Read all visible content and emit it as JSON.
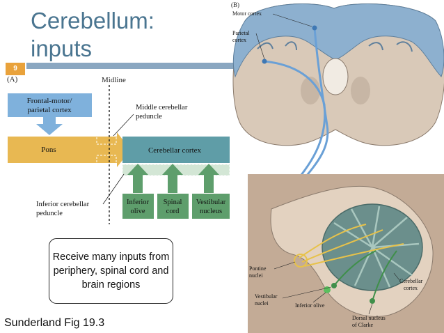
{
  "slide": {
    "title_line1": "Cerebellum:",
    "title_line2": "inputs",
    "slide_number": "9",
    "callout": "Receive many inputs from periphery, spinal cord and brain regions",
    "credit": "Sunderland Fig 19.3"
  },
  "panel_a": {
    "panel_label": "(A)",
    "midline": "Midline",
    "frontal_motor_1": "Frontal-motor/",
    "frontal_motor_2": "parietal cortex",
    "middle_ped_1": "Middle cerebellar",
    "middle_ped_2": "peduncle",
    "pons": "Pons",
    "cerebellar_cortex": "Cerebellar cortex",
    "inferior_ped_1": "Inferior cerebellar",
    "inferior_ped_2": "peduncle",
    "inferior_olive_1": "Inferior",
    "inferior_olive_2": "olive",
    "spinal_cord_1": "Spinal",
    "spinal_cord_2": "cord",
    "vestibular_1": "Vestibular",
    "vestibular_2": "nucleus"
  },
  "panel_b": {
    "panel_label": "(B)",
    "motor_cortex": "Motor cortex",
    "parietal_1": "Parietal",
    "parietal_2": "cortex",
    "pontine_1": "Pontine",
    "pontine_2": "nuclei",
    "vestibular_1": "Vestibular",
    "vestibular_2": "nuclei",
    "inferior_olive": "Inferior olive",
    "cerebellar_cortex_1": "Cerebellar",
    "cerebellar_cortex_2": "cortex",
    "dorsal_1": "Dorsal nucleus",
    "dorsal_2": "of Clarke"
  },
  "colors": {
    "title": "#4a7590",
    "accent_rule": "#8aa7c1",
    "slide_number_bg": "#e9a23b",
    "cortex_box": "#7fb1dc",
    "pons_box": "#e8b852",
    "cerebellar_box": "#5f9da7",
    "input_box": "#5e9e6c",
    "brain_tissue": "#d9c9b8",
    "cortex_gray": "#8db0cf",
    "pathway_blue": "#6aa0d6",
    "pathway_yellow": "#e7c24a",
    "pathway_green": "#3f8f4a"
  }
}
